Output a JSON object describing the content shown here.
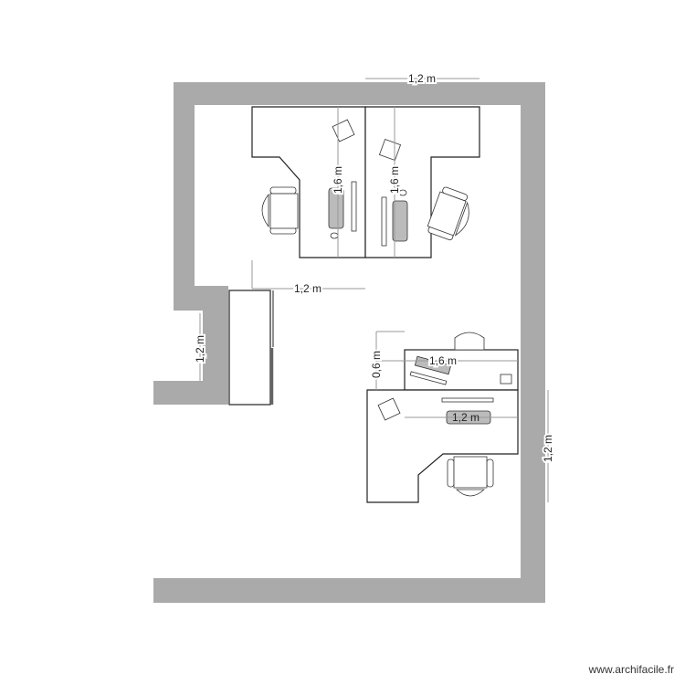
{
  "walls": {
    "color": "#aaaaaa"
  },
  "dimensions": {
    "top_wall_span": "1,2 m",
    "desk_left_depth": "1,6 m",
    "desk_right_depth": "1,6 m",
    "desk_pair_width": "1,2 m",
    "left_niche": "1,2 m",
    "small_desk_depth": "0,6 m",
    "small_desk_width": "1,6 m",
    "l_desk_width": "1,2 m",
    "right_wall_span": "1,2 m"
  },
  "watermark": "www.archifacile.fr"
}
